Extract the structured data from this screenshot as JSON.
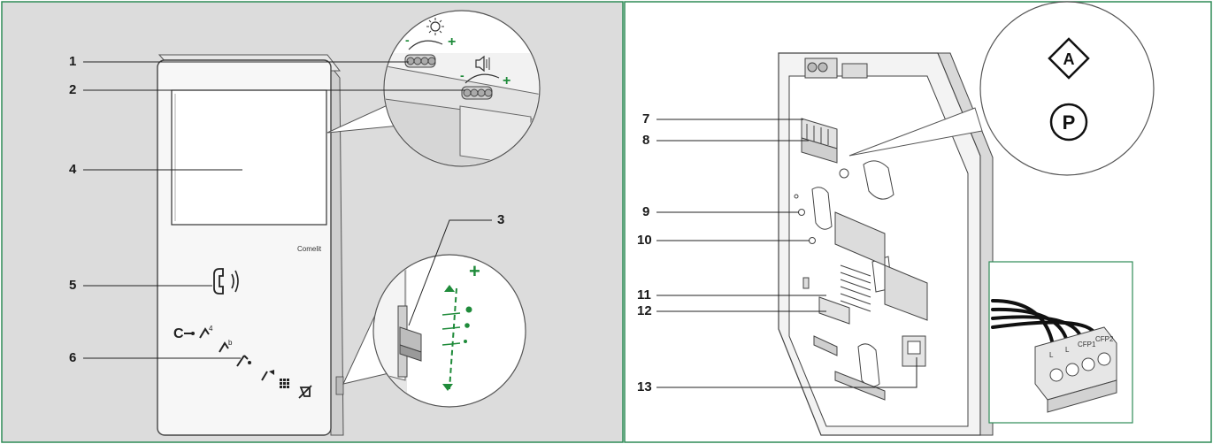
{
  "colors": {
    "frame": "#2e8b57",
    "left_bg": "#dcdcdc",
    "accent_green": "#1f8b3a",
    "line": "#222222"
  },
  "callouts": {
    "c1": "1",
    "c2": "2",
    "c3": "3",
    "c4": "4",
    "c5": "5",
    "c6": "6",
    "c7": "7",
    "c8": "8",
    "c9": "9",
    "c10": "10",
    "c11": "11",
    "c12": "12",
    "c13": "13"
  },
  "front": {
    "brand": "Comelit",
    "key_label": "C",
    "plus": "+",
    "minus": "-"
  },
  "dip_switch": {
    "label_a": "A",
    "label_p": "P"
  },
  "connector": {
    "labels": [
      "L",
      "L",
      "CFP1",
      "CFP2"
    ]
  },
  "icons": [
    "brightness-icon",
    "volume-icon",
    "handset-icon",
    "key-icon",
    "aux1-icon",
    "aux2-icon",
    "privacy-icon",
    "intercom-icon",
    "keypad-icon",
    "mute-icon"
  ]
}
